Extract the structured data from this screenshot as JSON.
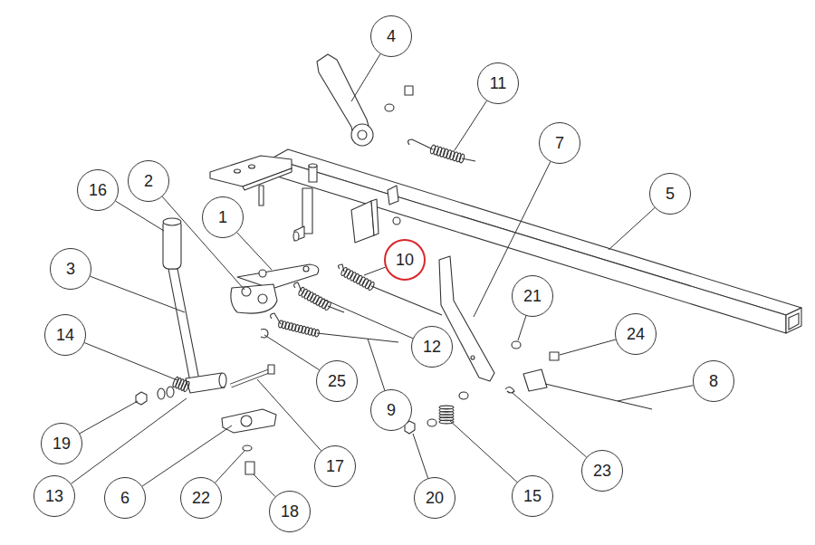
{
  "diagram": {
    "nodes": [
      {
        "text": [
          "4"
        ]
      },
      {
        "text": [
          "11"
        ]
      },
      {
        "text": [
          "7"
        ]
      },
      {
        "text": [
          "16"
        ]
      },
      {
        "text": [
          "2"
        ]
      },
      {
        "text": [
          "5"
        ]
      },
      {
        "text": [
          "1"
        ]
      },
      {
        "text": [
          "10"
        ]
      },
      {
        "text": [
          "3"
        ]
      },
      {
        "text": [
          "21"
        ]
      },
      {
        "text": [
          "24"
        ]
      },
      {
        "text": [
          "14"
        ]
      },
      {
        "text": [
          "12"
        ]
      },
      {
        "text": [
          "8"
        ]
      },
      {
        "text": [
          "25"
        ]
      },
      {
        "text": [
          "9"
        ]
      },
      {
        "text": [
          "19"
        ]
      },
      {
        "text": [
          "23"
        ]
      },
      {
        "text": [
          "17"
        ]
      },
      {
        "text": [
          "13"
        ]
      },
      {
        "text": [
          "6"
        ]
      },
      {
        "text": [
          "22"
        ]
      },
      {
        "text": [
          "20"
        ]
      },
      {
        "text": [
          "15"
        ]
      },
      {
        "text": [
          "18"
        ]
      }
    ]
  }
}
